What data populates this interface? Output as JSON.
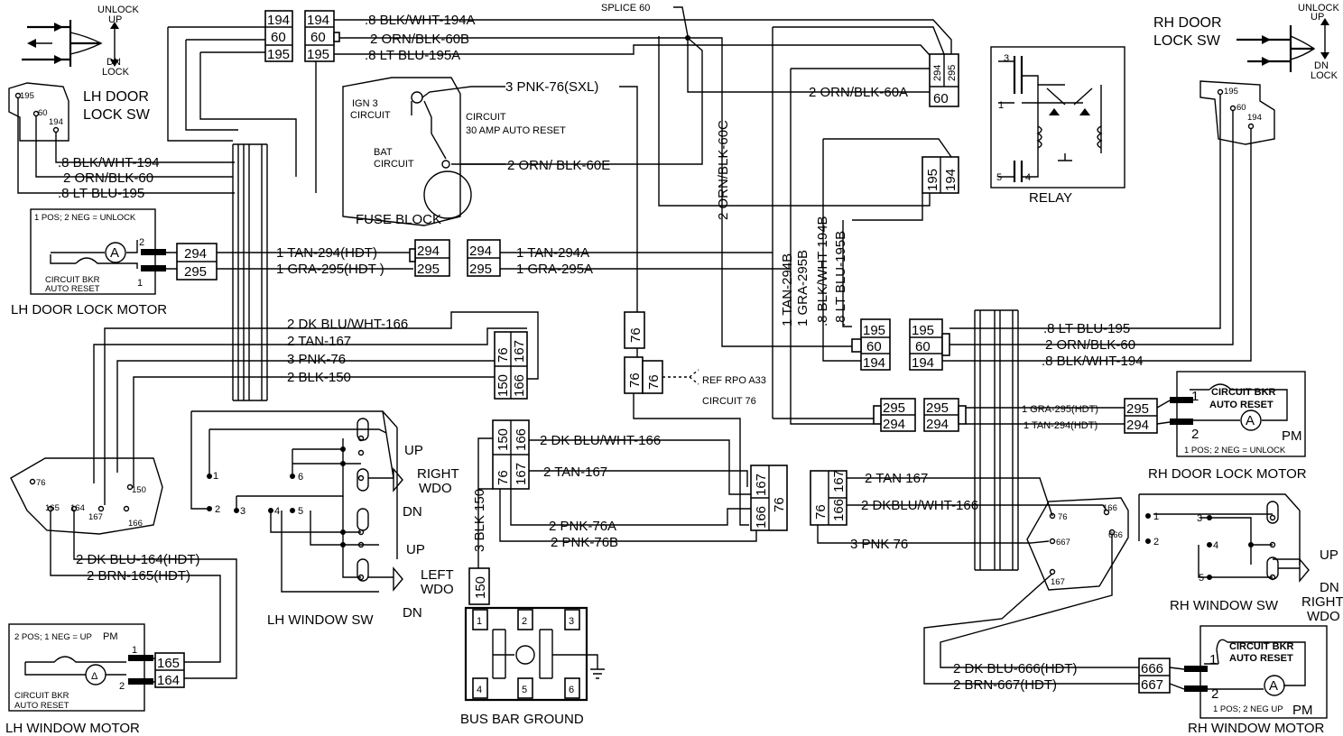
{
  "labels": {
    "lh_door_lock_sw": [
      "LH DOOR",
      "LOCK SW"
    ],
    "rh_door_lock_sw": [
      "RH DOOR",
      "LOCK SW"
    ],
    "unlock_up": [
      "UNLOCK",
      "UP"
    ],
    "dn_lock": [
      "DN",
      "LOCK"
    ],
    "fuse_block": "FUSE BLOCK",
    "ign3_circuit": [
      "IGN 3",
      "CIRCUIT"
    ],
    "bat_circuit": [
      "BAT",
      "CIRCUIT"
    ],
    "circuit_breaker": [
      "CIRCUIT",
      "30 AMP AUTO RESET"
    ],
    "splice": "SPLICE 60",
    "relay": "RELAY",
    "lh_door_lock_motor": "LH DOOR LOCK MOTOR",
    "rh_door_lock_motor": "RH  DOOR LOCK MOTOR",
    "lh_window_sw": "LH WINDOW SW",
    "rh_window_sw": "RH WINDOW SW",
    "lh_window_motor": "LH WINDOW MOTOR",
    "rh_window_motor": "RH WINDOW MOTOR",
    "bus_bar_ground": "BUS BAR GROUND",
    "ref_rpo": [
      "REF RPO A33",
      "CIRCUIT 76"
    ],
    "lock_motor_note": "1 POS; 2 NEG = UNLOCK",
    "rh_lock_motor_note": "1 POS; 2 NEG = UNLOCK",
    "window_motor_note": "2 POS; 1 NEG = UP",
    "rh_window_motor_note": "1 POS; 2 NEG  UP",
    "pm": "PM",
    "circuit_bkr_auto_reset": [
      "CIRCUIT BKR",
      "AUTO RESET"
    ],
    "up": "UP",
    "dn": "DN",
    "right_wdo": [
      "RIGHT",
      "WDO"
    ],
    "left_wdo": [
      "LEFT",
      "WDO"
    ],
    "motor_a": "A"
  },
  "wires": {
    "w194a": ".8 BLK/WHT-194A",
    "w60b": "2 ORN/BLK-60B",
    "w195a": ".8 LT BLU-195A",
    "w76sxl": "3 PNK-76(SXL)",
    "w60e": "2 ORN/ BLK-60E",
    "w60a": "2 ORN/BLK-60A",
    "w60c": "2 ORN/BLK-60C",
    "lh194": ".8 BLK/WHT-194",
    "lh60": "2  ORN/BLK-60",
    "lh195": ".8 LT BLU-195",
    "tan294hdt": "1 TAN-294(HDT)",
    "gra295hdt": "1 GRA-295(HDT )",
    "tan294a": "1 TAN-294A",
    "gra295a": "1 GRA-295A",
    "dkblu166": "2  DK BLU/WHT-166",
    "tan167": "2  TAN-167",
    "pnk76": "3  PNK-76",
    "blk150": "2  BLK-150",
    "dkblu166b": "2 DK BLU/WHT-166",
    "tan167b": "2 TAN-167",
    "pnk76a": "2 PNK-76A",
    "pnk76b": "2 PNK-76B",
    "blk150v": "3  BLK 150",
    "tan294b": "1 TAN-294B",
    "gra295b": "1  GRA-295B",
    "blkwht194b": ".8 BLK/WHT-194B",
    "ltblu195b": ".8 LT BLU-195B",
    "rh195": ".8 LT BLU-195",
    "rh60": "2 ORN/BLK-60",
    "rh194": ".8 BLK/WHT-194",
    "rhgra295": "1 GRA-295(HDT)",
    "rhtan294": "1 TAN-294(HDT)",
    "rhtan167": "2 TAN 167",
    "rhdkblu166": "2 DKBLU/WHT-166",
    "rhpnk76": "3 PNK 76",
    "dkblu164": "2 DK BLU-164(HDT)",
    "brn165": "2 BRN-165(HDT)",
    "dkblu666": "2  DK BLU-666(HDT)",
    "brn667": "2  BRN-667(HDT)"
  },
  "connectors": {
    "c194": "194",
    "c60": "60",
    "c195": "195",
    "c294": "294",
    "c295": "295",
    "c76": "76",
    "c150": "150",
    "c166": "166",
    "c167": "167",
    "c164": "164",
    "c165": "165",
    "c666": "666",
    "c667": "667"
  },
  "terminals": {
    "t1": "1",
    "t2": "2",
    "t3": "3",
    "t4": "4",
    "t5": "5",
    "t6": "6"
  }
}
